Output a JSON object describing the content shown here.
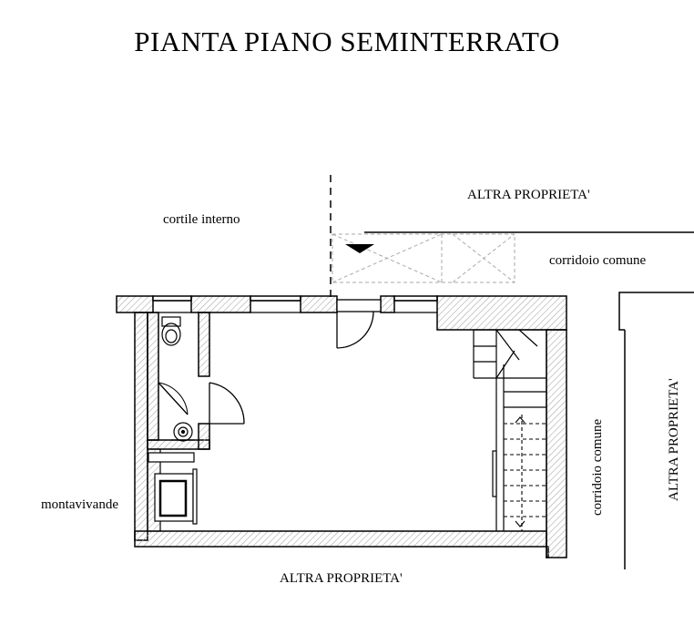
{
  "title": "PIANTA PIANO SEMINTERRATO",
  "labels": {
    "cortile": "cortile interno",
    "altra_top": "ALTRA PROPRIETA'",
    "corridoio_top": "corridoio comune",
    "corridoio_side": "corridoio comune",
    "altra_right": "ALTRA PROPRIETA'",
    "montavivande": "montavivande",
    "altra_bottom": "ALTRA PROPRIETA'"
  },
  "colors": {
    "line": "#000000",
    "hatch": "#999999",
    "fill": "#d8d8d8"
  }
}
